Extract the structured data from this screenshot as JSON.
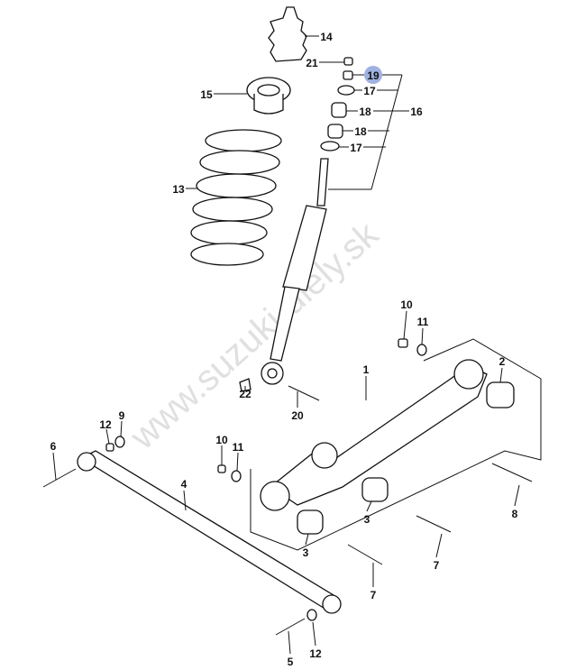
{
  "diagram": {
    "watermark": "www.suzuki-diely.sk",
    "highlight_color": "#9fb1e0",
    "labels": [
      "14",
      "21",
      "19",
      "15",
      "17",
      "18",
      "16",
      "18",
      "17",
      "13",
      "10",
      "11",
      "1",
      "2",
      "22",
      "20",
      "12",
      "9",
      "10",
      "11",
      "6",
      "4",
      "3",
      "8",
      "3",
      "7",
      "7",
      "12",
      "5"
    ],
    "highlighted_label": "19"
  }
}
